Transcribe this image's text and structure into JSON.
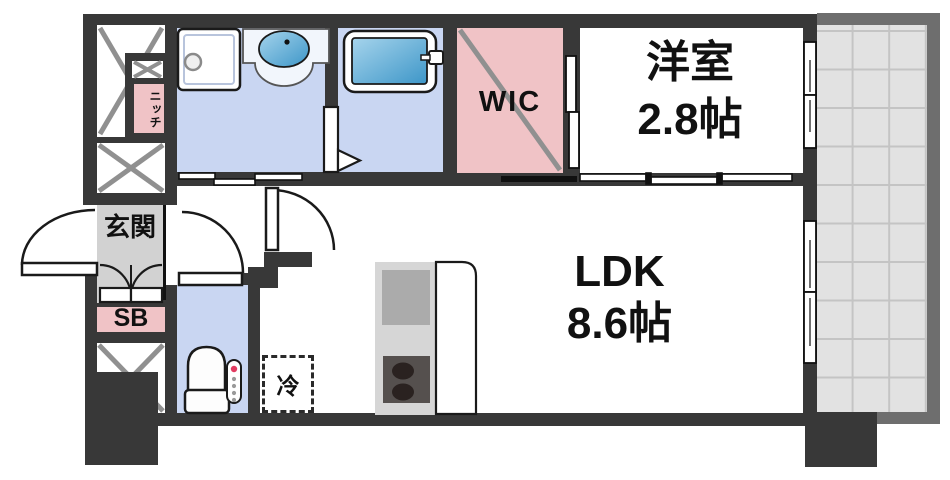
{
  "plan": {
    "type": "apartment-floorplan",
    "rooms": {
      "bedroom": {
        "name": "洋室",
        "size": "2.8帖"
      },
      "ldk": {
        "name": "LDK",
        "size": "8.6帖"
      },
      "wic": {
        "label": "WIC"
      },
      "entrance": {
        "label": "玄関"
      },
      "shoe_box": {
        "label": "SB"
      },
      "niche": {
        "label": "ニッチ"
      },
      "refrigerator": {
        "label": "冷"
      }
    },
    "fixtures": [
      "washing-machine-pan",
      "sink-basin",
      "bathtub",
      "toilet",
      "kitchen-unit",
      "balcony"
    ],
    "colors": {
      "wall": "#383838",
      "wet_area_floor": "#c9d6f2",
      "closet_pink": "#f0c3c6",
      "entrance_gray": "#d2d2d2",
      "balcony_tile": "#e2e2e2",
      "balcony_rail": "#6e6e6e",
      "water_blue_light": "#8cc6e4",
      "water_blue_dark": "#3d96c8",
      "diagonal_gray": "#909090"
    }
  }
}
